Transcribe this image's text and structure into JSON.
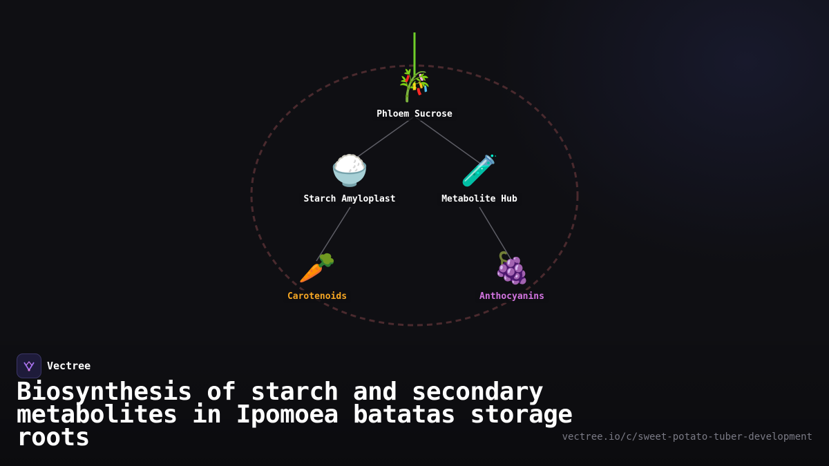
{
  "diagram": {
    "nodes": [
      {
        "id": "phloem",
        "label": "Phloem Sucrose",
        "icon": "bamboo-icon",
        "glyph": "🎋",
        "color": "#ffffff"
      },
      {
        "id": "starch",
        "label": "Starch Amyloplast",
        "icon": "rice-bowl-icon",
        "glyph": "🍚",
        "color": "#ffffff"
      },
      {
        "id": "hub",
        "label": "Metabolite Hub",
        "icon": "test-tube-icon",
        "glyph": "🧪",
        "color": "#ffffff"
      },
      {
        "id": "carotenoids",
        "label": "Carotenoids",
        "icon": "carrot-icon",
        "glyph": "🥕",
        "color": "#f5a623"
      },
      {
        "id": "anthocyanins",
        "label": "Anthocyanins",
        "icon": "grapes-icon",
        "glyph": "🍇",
        "color": "#d274e0"
      }
    ],
    "edges": [
      {
        "from": "phloem",
        "to": "starch"
      },
      {
        "from": "phloem",
        "to": "hub"
      },
      {
        "from": "starch",
        "to": "carotenoids"
      },
      {
        "from": "hub",
        "to": "anthocyanins"
      }
    ],
    "colors": {
      "stem": "#6fcf2a",
      "edge": "#5e5e66",
      "boundary": "#4a2a2e"
    }
  },
  "brand": {
    "name": "Vectree",
    "icon": "vectree-logo-icon"
  },
  "title": "Biosynthesis of starch and secondary metabolites in Ipomoea batatas storage roots",
  "url": "vectree.io/c/sweet-potato-tuber-development"
}
